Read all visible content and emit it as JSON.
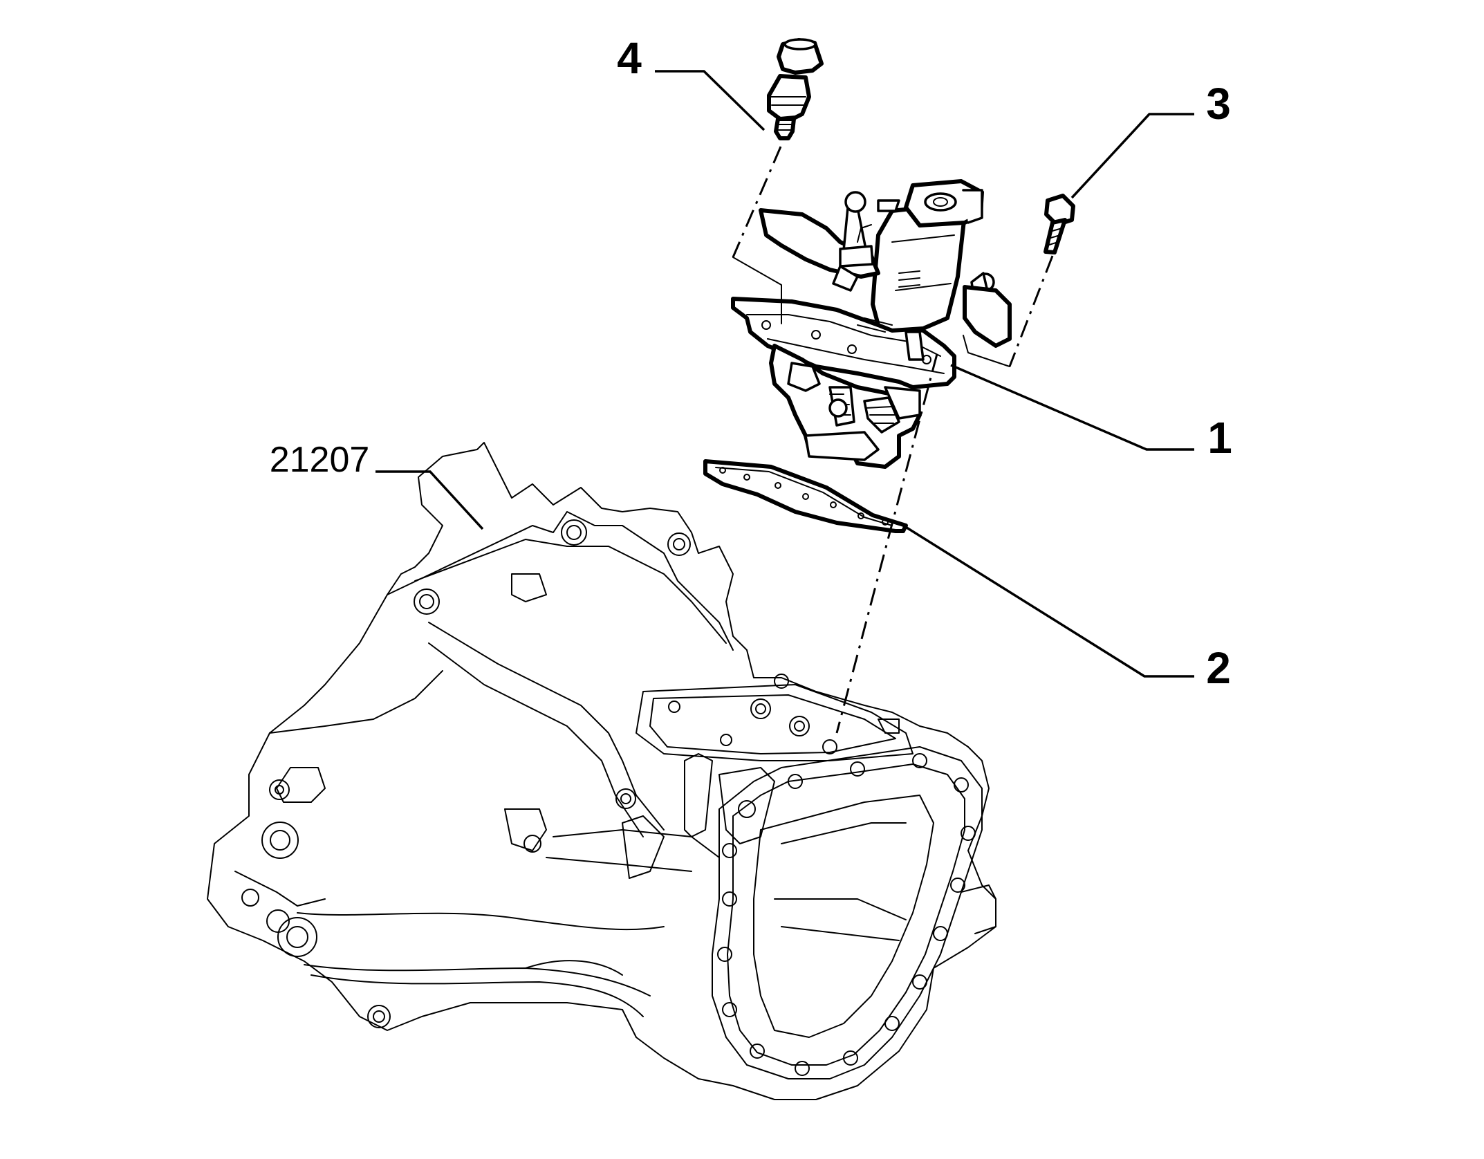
{
  "diagram": {
    "callouts": [
      {
        "id": "part-1",
        "label": "1"
      },
      {
        "id": "part-2",
        "label": "2"
      },
      {
        "id": "part-3",
        "label": "3"
      },
      {
        "id": "part-4",
        "label": "4"
      },
      {
        "id": "ref-housing",
        "label": "21207"
      }
    ]
  }
}
